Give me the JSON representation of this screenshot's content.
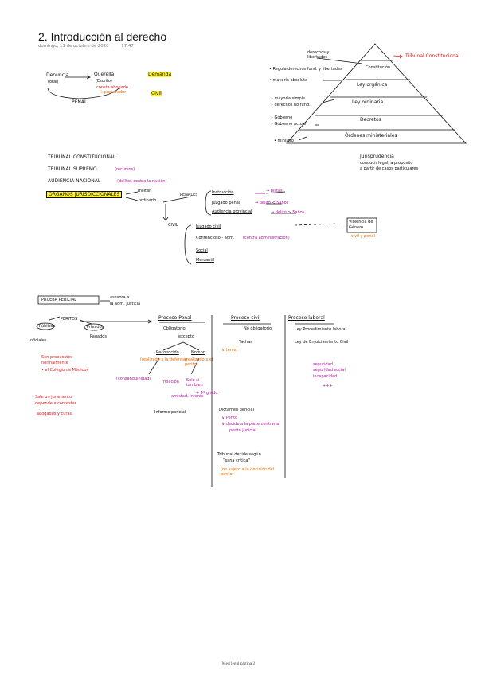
{
  "page": {
    "title": "2. Introducción al derecho",
    "date": "domingo, 11 de octubre de 2020",
    "time": "17:47",
    "footer": "Med legal página 2"
  },
  "top_left": {
    "denuncia": "Denuncia",
    "denuncia_sub": "(oral)",
    "querella": "Querella",
    "querella_sub": "(Escrito)",
    "querella_note_a": "consta abogado",
    "querella_note_b": "+ procurador",
    "demanda": "Demanda",
    "civil": "Civil",
    "penal": "PENAL"
  },
  "pyramid": {
    "levels": [
      "Constitución",
      "Ley orgánica",
      "Ley ordinaria",
      "Decretos",
      "Órdenes ministeriales"
    ],
    "top_label": "derechos y libertades",
    "right_label": "Tribunal Constitucional",
    "notes": [
      "• Regula derechos fund. y libertades",
      "• mayoría absoluta",
      "• mayoría simple",
      "• derechos no fund.",
      "• Gobierno",
      "• Gobierno actual",
      "• ministro"
    ],
    "jurisprudencia": "Jurisprudencia",
    "jurisprudencia_note_a": "conducir legal, a propósito",
    "jurisprudencia_note_b": "a partir de casos particulares"
  },
  "courts": {
    "tc": "TRIBUNAL CONSTITUCIONAL",
    "ts": "TRIBUNAL SUPREMO",
    "ts_note": "(recursos)",
    "an": "AUDIENCIA NACIONAL",
    "an_note": "(delitos contra la nación)",
    "organos": "ÓRGANOS JURISDICCIONALES",
    "militar": "militar",
    "ordinario": "ordinario",
    "penales": "PENALES",
    "instruccion": "Instrucción",
    "instruccion_note": "→ pistas",
    "juzgado_penal": "Juzgado penal",
    "juzgado_penal_note": "→ delito < 5años",
    "audiencia_provincial": "Audiencia provincial",
    "audiencia_provincial_note": "→ delito > 5años",
    "civil": "CIVIL",
    "juzgado_civil": "Juzgado civil",
    "contencioso": "Contencioso - adm.",
    "contencioso_note": "(contra administración)",
    "social": "Social",
    "mercantil": "Mercantil",
    "violencia": "Violencia de Género",
    "violencia_note": "civil y penal"
  },
  "lower": {
    "prueba_pericial": "PRUEBA PERICIAL",
    "asesora": "asesora a",
    "asesora_b": "la adm. justicia",
    "peritos": "PERITOS",
    "publicos": "Públicos",
    "oficiales": "oficiales",
    "privados": "Privados",
    "pagados": "Pagados",
    "note_1": "Son propuestos",
    "note_1b": "normalmente",
    "note_2": "• el Colegio de Médicos",
    "note_3": "Sale un juramento",
    "note_3b": "depende a contestar",
    "note_4": "abogados y curas.",
    "proceso_penal": "Proceso Penal",
    "obligatorio": "Obligatorio",
    "excepto": "excepto",
    "reconocido": "Reconocido",
    "reconocido_note": "(realizado x la defensa)",
    "nombrado": "Nombr.",
    "nombrado_note": "(realizado x el perito)",
    "consanguinidad": "(consanguinidad)",
    "relacion": "relación",
    "amistad": "amistad, interés",
    "solo_si": "Solo si tambien",
    "tercer_grado": "+ 4º grado",
    "informe_pericial": "Informe pericial",
    "proceso_civil": "Proceso civil",
    "no_obligatorio": "No obligatorio",
    "tachas": "Tachas",
    "tachas_note": "↳ tercer",
    "dictamen": "Dictamen pericial",
    "dictamen_a": "↳ Perito",
    "dictamen_b": "↳ decide a la parte contraria",
    "dictamen_c": "perito judicial",
    "tribunal": "Tribunal decide según",
    "tribunal_b": "“sana crítica”",
    "tribunal_c": "(no sujeto a la decisión del perito)",
    "proceso_laboral": "Proceso laboral",
    "ley_laboral": "Ley Procedimiento laboral",
    "ley_enjuiciamiento": "Ley de Enjuiciamiento Civil",
    "laboral_note_a": "seguridad",
    "laboral_note_b": "seguridad social",
    "laboral_note_c": "incapacidad",
    "laboral_note_d": "+++"
  }
}
